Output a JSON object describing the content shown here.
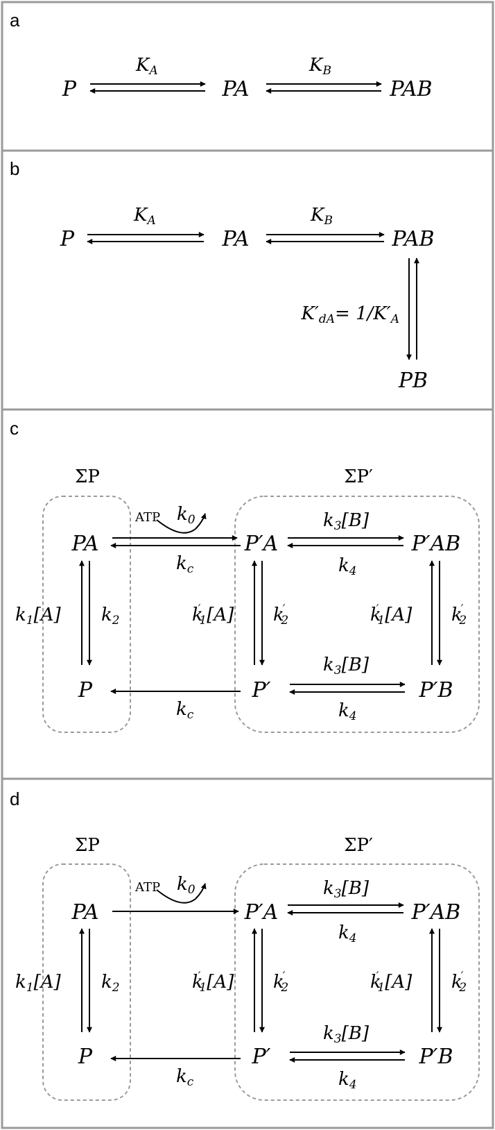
{
  "panels": [
    {
      "label": "a"
    },
    {
      "label": "b"
    },
    {
      "label": "c"
    },
    {
      "label": "d"
    }
  ],
  "groups": {
    "sum_p": "ΣP",
    "sum_p_prime": "ΣP′"
  },
  "species": {
    "P": "P",
    "PA": "PA",
    "PAB": "PAB",
    "PB": "PB",
    "Pp": "P′",
    "PpA": "P′A",
    "PpAB": "P′AB",
    "PpB": "P′B"
  },
  "constants": {
    "KA": {
      "base": "K",
      "sub": "A"
    },
    "KB": {
      "base": "K",
      "sub": "B"
    },
    "Kd": {
      "a": "K′",
      "b": "dA",
      "c": "= 1/K′",
      "d": "A"
    },
    "atp": "ATP",
    "k0": {
      "base": "k",
      "sub": "0"
    },
    "kc": {
      "base": "k",
      "sub": "c"
    },
    "k1A": {
      "base": "k",
      "sub": "1",
      "rest": "[A]"
    },
    "k2": {
      "base": "k",
      "sub": "2"
    },
    "k3B": {
      "base": "k",
      "sub": "3",
      "rest": "[B]"
    },
    "k4": {
      "base": "k",
      "sub": "4"
    },
    "k1pA": {
      "base": "k",
      "sub": "1",
      "sup": "′",
      "rest": "[A]"
    },
    "k2p": {
      "base": "k",
      "sub": "2",
      "sup": "′"
    }
  }
}
